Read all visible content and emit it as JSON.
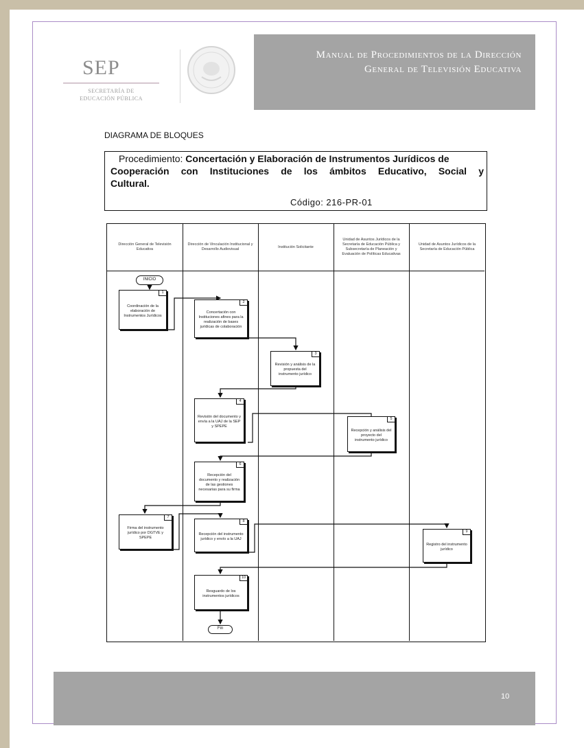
{
  "header": {
    "logo": {
      "name": "SEP",
      "line1": "SECRETARÍA DE",
      "line2": "EDUCACIÓN PÚBLICA"
    },
    "title_line1": "Manual de Procedimientos de la Dirección",
    "title_line2": "General de Televisión Educativa"
  },
  "diagram_title": "DIAGRAMA DE BLOQUES",
  "procedure": {
    "label": "Procedimiento:",
    "line1": "Concertación y Elaboración de Instrumentos Jurídicos de",
    "line2": "Cooperación con Instituciones de los ámbitos Educativo, Social y",
    "line3": "Cultural.",
    "code": "Código: 216-PR-01"
  },
  "lanes": [
    "Dirección General de Televisión Educativa",
    "Dirección de Vinculación Institucional y Desarrollo Audiovisual",
    "Institución Solicitante",
    "Unidad de Asuntos Jurídicos de la Secretaría de Educación Pública y Subsecretaría de Planeación y Evaluación de Políticas Educativas",
    "Unidad de Asuntos Jurídicos de la Secretaría de Educación Pública"
  ],
  "steps": [
    {
      "num": "1",
      "text": "Coordinación de la elaboración de Instrumentos Jurídicos"
    },
    {
      "num": "2",
      "text": "Concertación con Instituciones afines para la realización de bases jurídicas de colaboración"
    },
    {
      "num": "3",
      "text": "Revisión y análisis de la propuesta del instrumento jurídico"
    },
    {
      "num": "4",
      "text": "Revisión del documento y envía a la UAJ de la SEP y SPEPE"
    },
    {
      "num": "5",
      "text": "Recepción y análisis del proyecto del instrumento jurídico"
    },
    {
      "num": "6",
      "text": "Recepción del documento y realización de las gestiones necesarias para su firma"
    },
    {
      "num": "7",
      "text": "Firma del instrumento jurídico por DGTVE y SPEPE"
    },
    {
      "num": "8",
      "text": "Recepción del instrumento jurídico y envío a la UAJ"
    },
    {
      "num": "9",
      "text": "Registro del instrumento jurídico"
    },
    {
      "num": "10",
      "text": "Resguardo de los instrumentos jurídicos"
    }
  ],
  "terminals": {
    "start": "INICIO",
    "end": "Fin"
  },
  "footer": {
    "page_number": "10"
  },
  "colors": {
    "band": "#a4a4a4",
    "frame": "#a98bc6",
    "background": "#c9bfa8"
  }
}
